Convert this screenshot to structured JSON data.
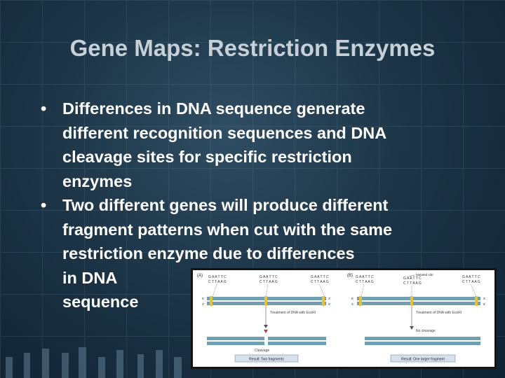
{
  "slide": {
    "title": "Gene Maps: Restriction Enzymes",
    "bullets": [
      {
        "marker": "•",
        "lines": [
          "Differences in DNA sequence generate",
          "different recognition sequences and  DNA",
          "cleavage sites for specific restriction",
          "enzymes"
        ]
      },
      {
        "marker": "•",
        "lines": [
          "Two different genes will produce different",
          "fragment patterns when cut with the same",
          "restriction enzyme due to differences",
          "in DNA",
          "sequence"
        ]
      }
    ]
  },
  "figure": {
    "panel_a": {
      "label": "(A)",
      "sites": [
        {
          "top": "G A A T T C",
          "bottom": "C T T A A G"
        },
        {
          "top": "G A A T T C",
          "bottom": "C T T A A G"
        },
        {
          "top": "G A A T T C",
          "bottom": "C T T A A G"
        }
      ],
      "end_left_top": "5'",
      "end_left_bottom": "3'",
      "end_right_top": "3'",
      "end_right_bottom": "5'",
      "treatment": "Treatment of DNA with EcoRI",
      "step": "Cleavage",
      "result": "Result: Two fragments"
    },
    "panel_b": {
      "label": "(B)",
      "mutated_label": "Mutated site",
      "sites": [
        {
          "top": "G A A T T C",
          "bottom": "C T T A A G"
        },
        {
          "top": "G A A T T C",
          "bottom": "C T T A A G"
        },
        {
          "top": "G A A T T C",
          "bottom": "C T T A A G"
        }
      ],
      "end_left_top": "5'",
      "end_left_bottom": "3'",
      "end_right_top": "3'",
      "end_right_bottom": "5'",
      "treatment": "Treatment of DNA with EcoRI",
      "step": "No cleavage",
      "result": "Result: One larger fragment"
    },
    "colors": {
      "dna": "#6f9fb1",
      "site": "#e6c23a",
      "result_box": "#d7e1ec",
      "cut": "#c0392b"
    }
  }
}
